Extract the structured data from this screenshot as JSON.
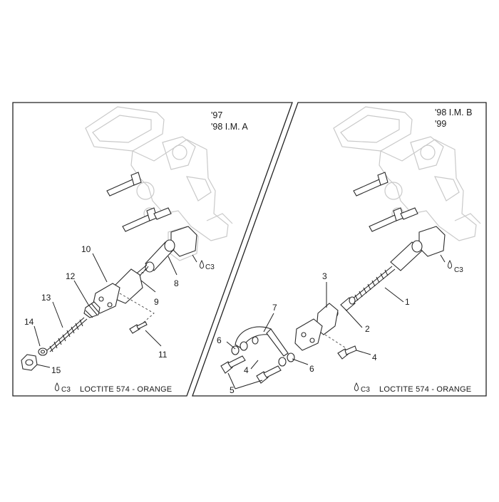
{
  "panels": {
    "left": {
      "years": [
        "'97",
        "'98 I.M. A"
      ],
      "callouts": [
        "10",
        "12",
        "13",
        "14",
        "15",
        "8",
        "9",
        "11"
      ],
      "loctite_tag": "C3",
      "legend": "LOCTITE 574 - ORANGE"
    },
    "right": {
      "years": [
        "'98 I.M. B",
        "'99"
      ],
      "callouts": [
        "3",
        "7",
        "6",
        "1",
        "2",
        "6",
        "4",
        "5",
        "4"
      ],
      "loctite_tag": "C3",
      "legend": "LOCTITE 574 - ORANGE"
    }
  },
  "icons": {
    "loctite_drop": "drop-icon"
  }
}
